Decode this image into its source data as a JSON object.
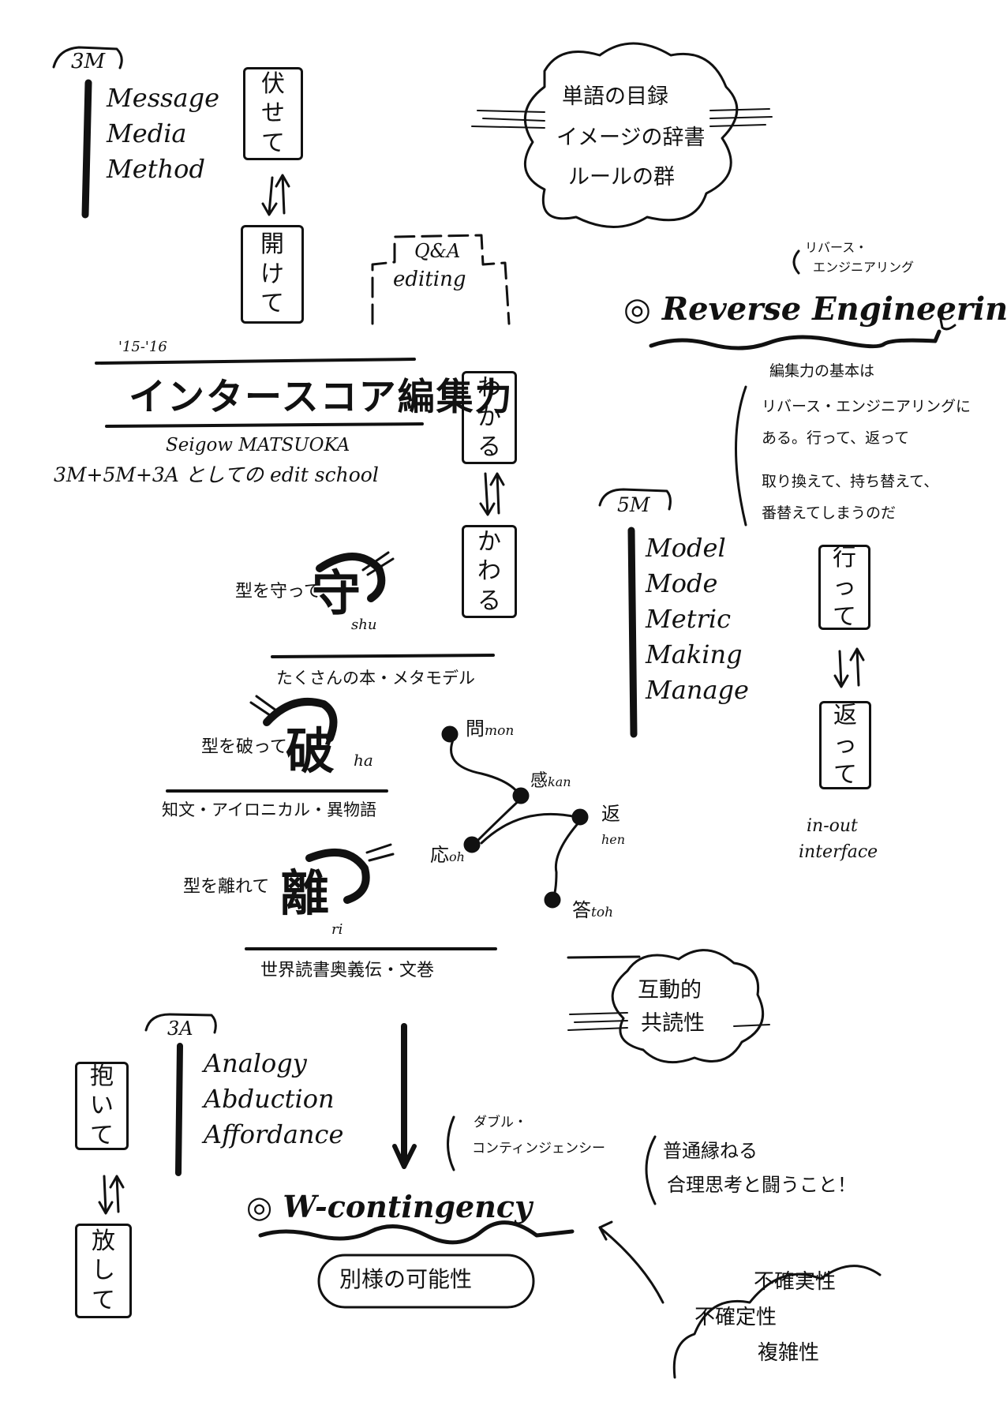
{
  "notes": {
    "m3_label": "3M",
    "m3_items": [
      "Message",
      "Media",
      "Method"
    ],
    "m3_box1": [
      "伏",
      "せ",
      "て"
    ],
    "m3_box2": [
      "開",
      "け",
      "て"
    ],
    "cloud1_lines": [
      "単語の目録",
      "イメージの辞書",
      "ルールの群"
    ],
    "qa_box": [
      "Q&A",
      "editing"
    ],
    "reverse_note": [
      "リバース・",
      "エンジニアリング"
    ],
    "reverse_title": "◎ Reverse Engineering",
    "reverse_body": [
      "編集力の基本は",
      "リバース・エンジニアリングにある。行って、返って",
      "取り換えて、持ち替えて、",
      "番替えてしまうのだ"
    ],
    "reverse_box1": [
      "行",
      "っ",
      "て"
    ],
    "reverse_box2": [
      "返",
      "っ",
      "て"
    ],
    "in_out": [
      "in-out",
      "interface"
    ],
    "years": "'15-'16",
    "main_title": "インタースコア編集力",
    "author": "Seigow MATSUOKA",
    "subtitle": "3M+5M+3A としての edit school",
    "wakaru_box": [
      "わ",
      "か",
      "る"
    ],
    "kawaru_box": [
      "か",
      "わ",
      "る"
    ],
    "m5_label": "5M",
    "m5_items": [
      "Model",
      "Mode",
      "Metric",
      "Making",
      "Manage"
    ],
    "shu_prefix": "型を守って",
    "shu_kanji": "守",
    "shu_romaji": "shu",
    "shu_caption": "たくさんの本・メタモデル",
    "ha_prefix": "型を破って",
    "ha_kanji": "破",
    "ha_romaji": "ha",
    "ha_caption": "知文・アイロニカル・異物語",
    "ri_prefix": "型を離れて",
    "ri_kanji": "離",
    "ri_romaji": "ri",
    "ri_caption": "世界読書奥義伝・文巻",
    "flow_nodes": [
      {
        "kanji": "問",
        "romaji": "mon"
      },
      {
        "kanji": "感",
        "romaji": "kan"
      },
      {
        "kanji": "返",
        "romaji": "hen"
      },
      {
        "kanji": "応",
        "romaji": "oh"
      },
      {
        "kanji": "答",
        "romaji": "toh"
      }
    ],
    "cloud2_lines": [
      "互動的",
      "共読性"
    ],
    "a3_label": "3A",
    "a3_items": [
      "Analogy",
      "Abduction",
      "Affordance"
    ],
    "a3_box1": [
      "抱",
      "い",
      "て"
    ],
    "a3_box2": [
      "放",
      "し",
      "て"
    ],
    "contingency_note": [
      "ダブル・",
      "コンティンジェンシー"
    ],
    "contingency_title": "◎ W-contingency",
    "betsuyou": "別様の可能性",
    "futsu_note": [
      "普通縁ねる",
      "合理思考と闘うこと！"
    ],
    "bottom_words": [
      "不確実性",
      "不確定性",
      "複雑性"
    ]
  }
}
